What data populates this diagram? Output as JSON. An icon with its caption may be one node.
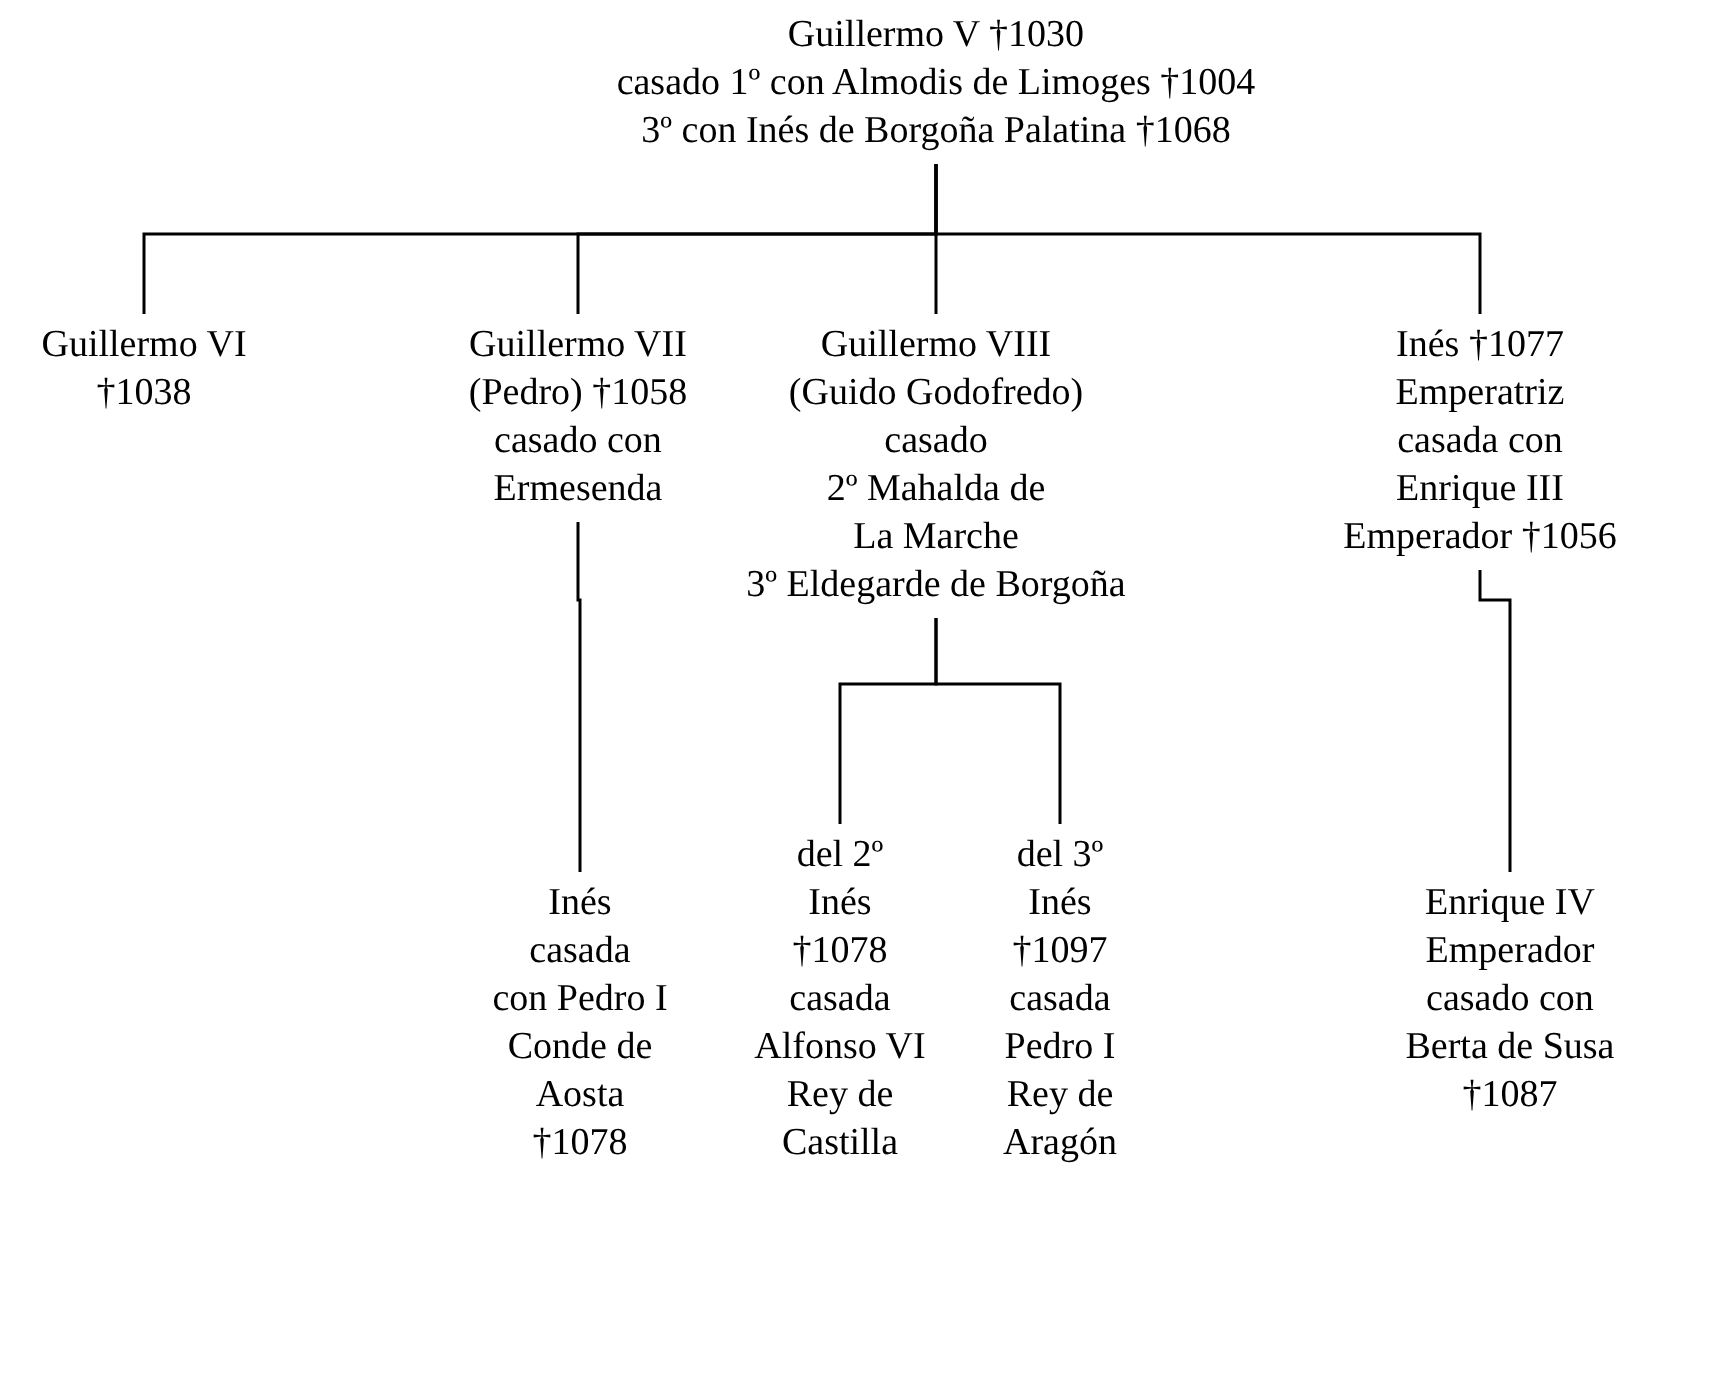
{
  "diagram": {
    "nodes": [
      {
        "text": [
          "Guillermo V †1030",
          "casado 1º con Almodis de Limoges †1004",
          "3º con Inés de Borgoña Palatina †1068"
        ]
      },
      {
        "text": [
          "Guillermo VI",
          "†1038"
        ]
      },
      {
        "text": [
          "Guillermo VII",
          "(Pedro) †1058",
          "casado con",
          "Ermesenda"
        ]
      },
      {
        "text": [
          "Guillermo VIII",
          "(Guido Godofredo)",
          "casado",
          "2º Mahalda de",
          "La Marche",
          "3º Eldegarde de Borgoña"
        ]
      },
      {
        "text": [
          "Inés †1077",
          "Emperatriz",
          "casada con",
          "Enrique III",
          "Emperador †1056"
        ]
      },
      {
        "text": [
          "Inés",
          "casada",
          "con Pedro I",
          "Conde de",
          "Aosta",
          "†1078"
        ]
      },
      {
        "text": [
          "del 2º",
          "Inés",
          "†1078",
          "casada",
          "Alfonso VI",
          "Rey de",
          "Castilla"
        ]
      },
      {
        "text": [
          "del 3º",
          "Inés",
          "†1097",
          "casada",
          "Pedro I",
          "Rey de",
          "Aragón"
        ]
      },
      {
        "text": [
          "Enrique IV",
          "Emperador",
          "casado con",
          "Berta de Susa",
          "†1087"
        ]
      }
    ],
    "edges": [
      {
        "from": 0,
        "to": 1,
        "arrow": "none"
      },
      {
        "from": 0,
        "to": 2,
        "arrow": "none"
      },
      {
        "from": 0,
        "to": 3,
        "arrow": "none"
      },
      {
        "from": 0,
        "to": 4,
        "arrow": "none"
      },
      {
        "from": 2,
        "to": 5,
        "arrow": "none"
      },
      {
        "from": 3,
        "to": 6,
        "arrow": "none"
      },
      {
        "from": 3,
        "to": 7,
        "arrow": "none"
      },
      {
        "from": 4,
        "to": 8,
        "arrow": "none"
      }
    ]
  }
}
